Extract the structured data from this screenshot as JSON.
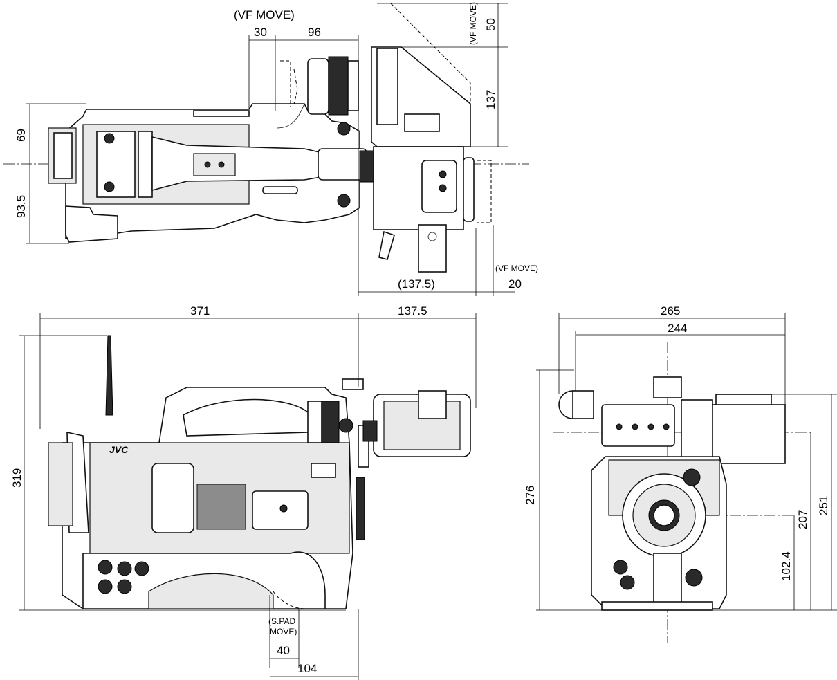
{
  "brand": "JVC",
  "labels": {
    "vf_move_top": "(VF MOVE)",
    "vf_move_right": "(VF MOVE)",
    "vf_move_bottom": "(VF MOVE)",
    "spad_move_1": "(S.PAD",
    "spad_move_2": "MOVE)"
  },
  "dimensions": {
    "top": {
      "d30": "30",
      "d96": "96",
      "d50": "50",
      "d137": "137",
      "d69": "69",
      "d93_5": "93.5",
      "d137_5_paren": "(137.5)",
      "d20": "20"
    },
    "side": {
      "d371": "371",
      "d137_5": "137.5",
      "d319": "319",
      "d40": "40",
      "d104": "104"
    },
    "front": {
      "d265": "265",
      "d244": "244",
      "d276": "276",
      "d251": "251",
      "d207": "207",
      "d102_4": "102.4"
    }
  }
}
